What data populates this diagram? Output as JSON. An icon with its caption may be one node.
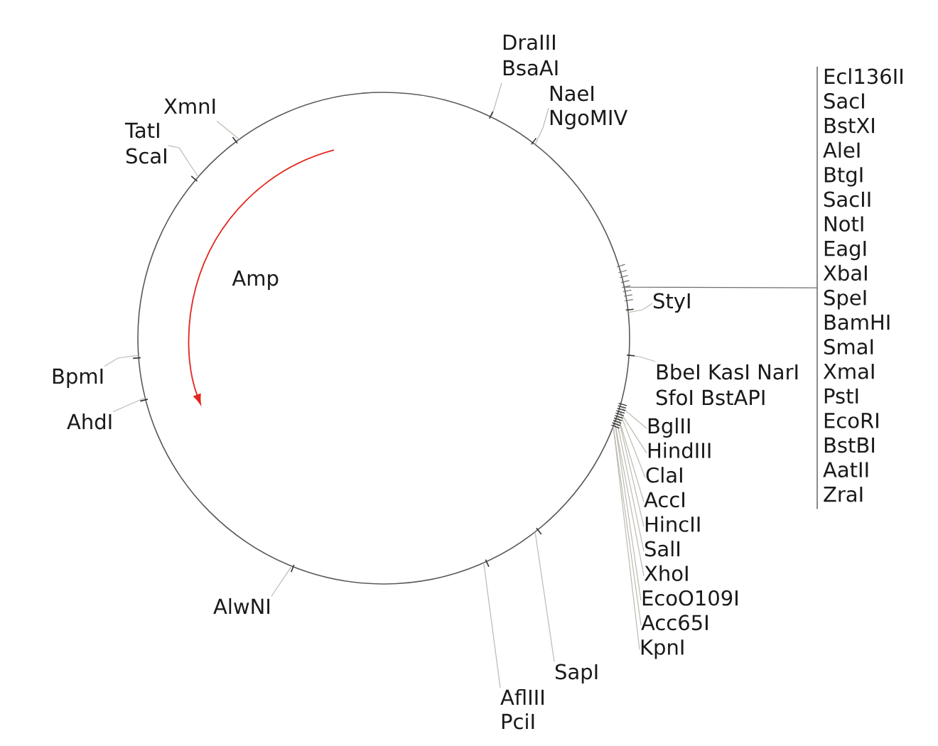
{
  "diagram": {
    "nodes": [
      {
        "text": [],
        "shape": "circle"
      },
      {
        "text": [
          "DraIII",
          "BsaAI"
        ]
      },
      {
        "text": [
          "NaeI",
          "NgoMIV"
        ]
      },
      {
        "text": [
          "Ecl136II",
          "SacI",
          "BstXI",
          "AleI",
          "BtgI",
          "SacII",
          "NotI",
          "EagI",
          "XbaI",
          "SpeI",
          "BamHI",
          "SmaI",
          "XmaI",
          "PstI",
          "EcoRI",
          "BstBI",
          "AatII",
          "ZraI"
        ]
      },
      {
        "text": [
          "StyI"
        ]
      },
      {
        "text": [
          "BbeI KasI NarI",
          "SfoI BstAPI"
        ]
      },
      {
        "text": [
          "BglII"
        ]
      },
      {
        "text": [
          "HindIII"
        ]
      },
      {
        "text": [
          "ClaI"
        ]
      },
      {
        "text": [
          "AccI"
        ]
      },
      {
        "text": [
          "HincII"
        ]
      },
      {
        "text": [
          "SalI"
        ]
      },
      {
        "text": [
          "XhoI"
        ]
      },
      {
        "text": [
          "EcoO109I"
        ]
      },
      {
        "text": [
          "Acc65I"
        ]
      },
      {
        "text": [
          "KpnI"
        ]
      },
      {
        "text": [
          "SapI"
        ]
      },
      {
        "text": [
          "AflIII",
          "PciI"
        ]
      },
      {
        "text": [
          "AlwNI"
        ]
      },
      {
        "text": [
          "AhdI"
        ]
      },
      {
        "text": [
          "BpmI"
        ]
      },
      {
        "text": [
          "TatI",
          "ScaI"
        ]
      },
      {
        "text": [
          "XmnI"
        ]
      }
    ],
    "edges": [
      {
        "from": 1,
        "to": 0,
        "arrow": "none"
      },
      {
        "from": 2,
        "to": 0,
        "arrow": "none"
      },
      {
        "from": 3,
        "to": 0,
        "arrow": "none",
        "color": "#6e6e6e"
      },
      {
        "from": 4,
        "to": 0,
        "arrow": "none"
      },
      {
        "from": 5,
        "to": 0,
        "arrow": "none"
      },
      {
        "from": 6,
        "to": 0,
        "arrow": "none"
      },
      {
        "from": 7,
        "to": 0,
        "arrow": "none"
      },
      {
        "from": 8,
        "to": 0,
        "arrow": "none"
      },
      {
        "from": 9,
        "to": 0,
        "arrow": "none"
      },
      {
        "from": 10,
        "to": 0,
        "arrow": "none"
      },
      {
        "from": 11,
        "to": 0,
        "arrow": "none"
      },
      {
        "from": 12,
        "to": 0,
        "arrow": "none"
      },
      {
        "from": 13,
        "to": 0,
        "arrow": "none"
      },
      {
        "from": 14,
        "to": 0,
        "arrow": "none"
      },
      {
        "from": 15,
        "to": 0,
        "arrow": "none"
      },
      {
        "from": 16,
        "to": 0,
        "arrow": "none"
      },
      {
        "from": 17,
        "to": 0,
        "arrow": "none"
      },
      {
        "from": 18,
        "to": 0,
        "arrow": "none"
      },
      {
        "from": 19,
        "to": 0,
        "arrow": "none"
      },
      {
        "from": 20,
        "to": 0,
        "arrow": "none"
      },
      {
        "from": 21,
        "to": 0,
        "arrow": "none"
      },
      {
        "from": 22,
        "to": 0,
        "arrow": "none"
      }
    ],
    "labels": [
      "Amp"
    ]
  }
}
